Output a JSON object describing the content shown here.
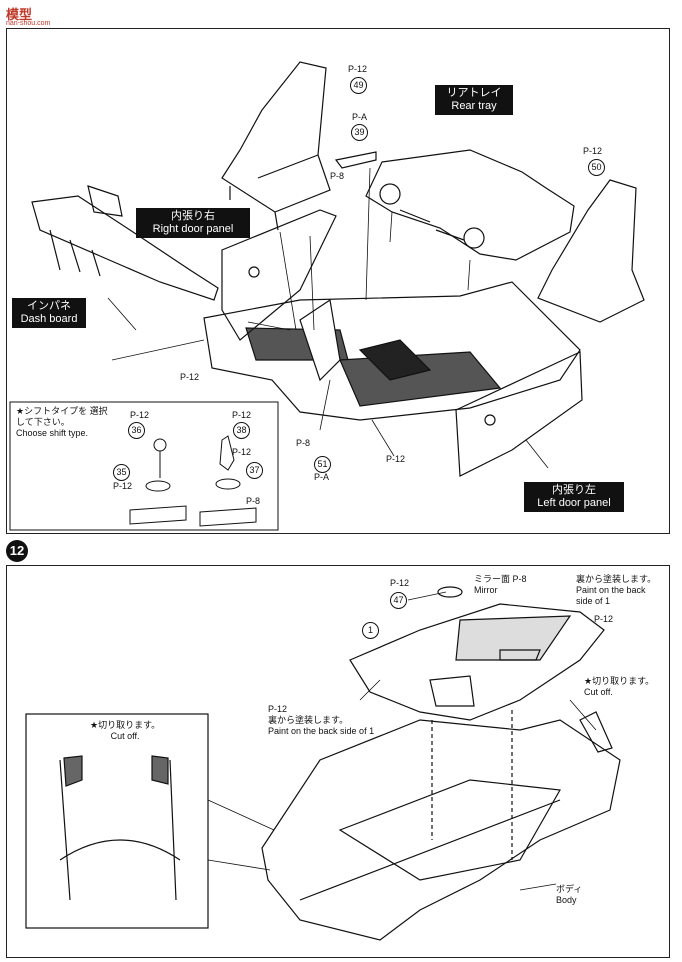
{
  "watermark": {
    "brand": "模型",
    "url": "nan-shou.com"
  },
  "step11": {
    "rear_tray": {
      "ja": "リアトレイ",
      "en": "Rear tray"
    },
    "right_door_panel": {
      "ja": "内張り右",
      "en": "Right door panel"
    },
    "dash_board": {
      "ja": "インパネ",
      "en": "Dash board"
    },
    "left_door_panel": {
      "ja": "内張り左",
      "en": "Left door panel"
    },
    "shift_note": {
      "ja": "★シフトタイプを 選択して下さい。",
      "en": "Choose shift type."
    },
    "part_refs": [
      "P-12",
      "P-A",
      "P-8"
    ],
    "part_numbers": [
      "49",
      "39",
      "50",
      "36",
      "38",
      "35",
      "37",
      "51"
    ]
  },
  "step12": {
    "step_number": "12",
    "mirror": {
      "ja": "ミラー面",
      "en": "Mirror"
    },
    "paint_back": {
      "ja": "裏から塗装します。",
      "en_line1": "Paint on the back",
      "en_line2": "side of"
    },
    "paint_back_left": {
      "ja": "裏から塗装します。",
      "en": "Paint on the back side of"
    },
    "cut_off_right": {
      "ja": "★切り取ります。",
      "en": "Cut off."
    },
    "cut_off_inset": {
      "ja": "★切り取ります。",
      "en": "Cut off."
    },
    "body": {
      "ja": "ボディ",
      "en": "Body"
    },
    "part_numbers": [
      "47",
      "1"
    ]
  }
}
